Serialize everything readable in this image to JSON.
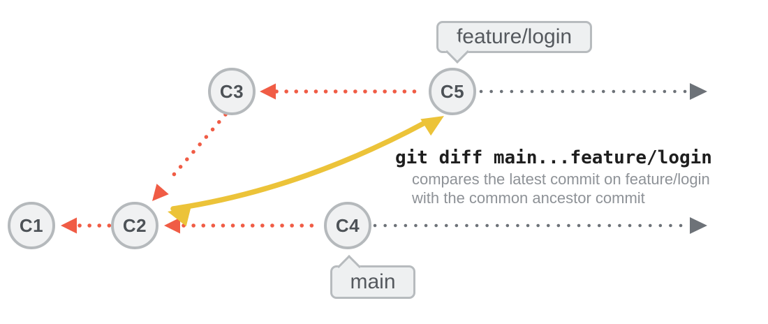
{
  "commits": {
    "c1": "C1",
    "c2": "C2",
    "c3": "C3",
    "c4": "C4",
    "c5": "C5"
  },
  "branches": {
    "feature_label": "feature/login",
    "main_label": "main"
  },
  "annotation": {
    "command": "git diff main...feature/login",
    "description_line1": "compares the latest commit on feature/login",
    "description_line2": "with the common ancestor commit"
  },
  "colors": {
    "red": "#f05c45",
    "yellow": "#ecc339",
    "gray-arrow": "#6d7278",
    "node-fill": "#f0f1f2",
    "node-border": "#b5b9bc",
    "node-text": "#4d5257",
    "bubble-fill": "#eef0f1",
    "bubble-border": "#b7bbbe",
    "bubble-text": "#55595e",
    "command-text": "#1e1e1e",
    "description-text": "#8e9297"
  }
}
